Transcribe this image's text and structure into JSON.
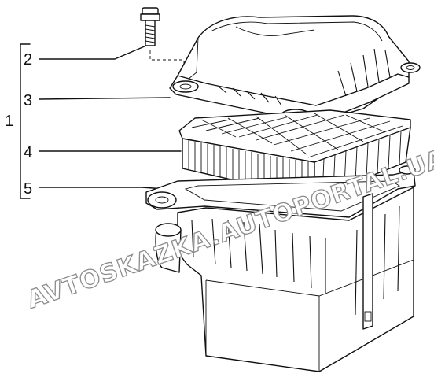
{
  "callouts": {
    "group": "1",
    "screw": "2",
    "cover": "3",
    "filter": "4",
    "gasket": "5"
  },
  "watermark": {
    "text": "AVTOSKAZKA.AUTOPORTAL.UA"
  },
  "colors": {
    "line": "#111111",
    "background": "#ffffff",
    "watermark_outline": "#8c8c8c"
  }
}
